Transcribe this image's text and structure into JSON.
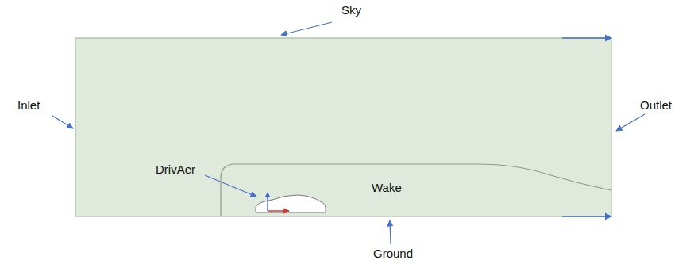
{
  "diagram": {
    "nodes": [
      {
        "text": [
          "Wake"
        ]
      }
    ],
    "labels": [
      "Sky",
      "Inlet",
      "Outlet",
      "DrivAer",
      "Ground"
    ]
  }
}
